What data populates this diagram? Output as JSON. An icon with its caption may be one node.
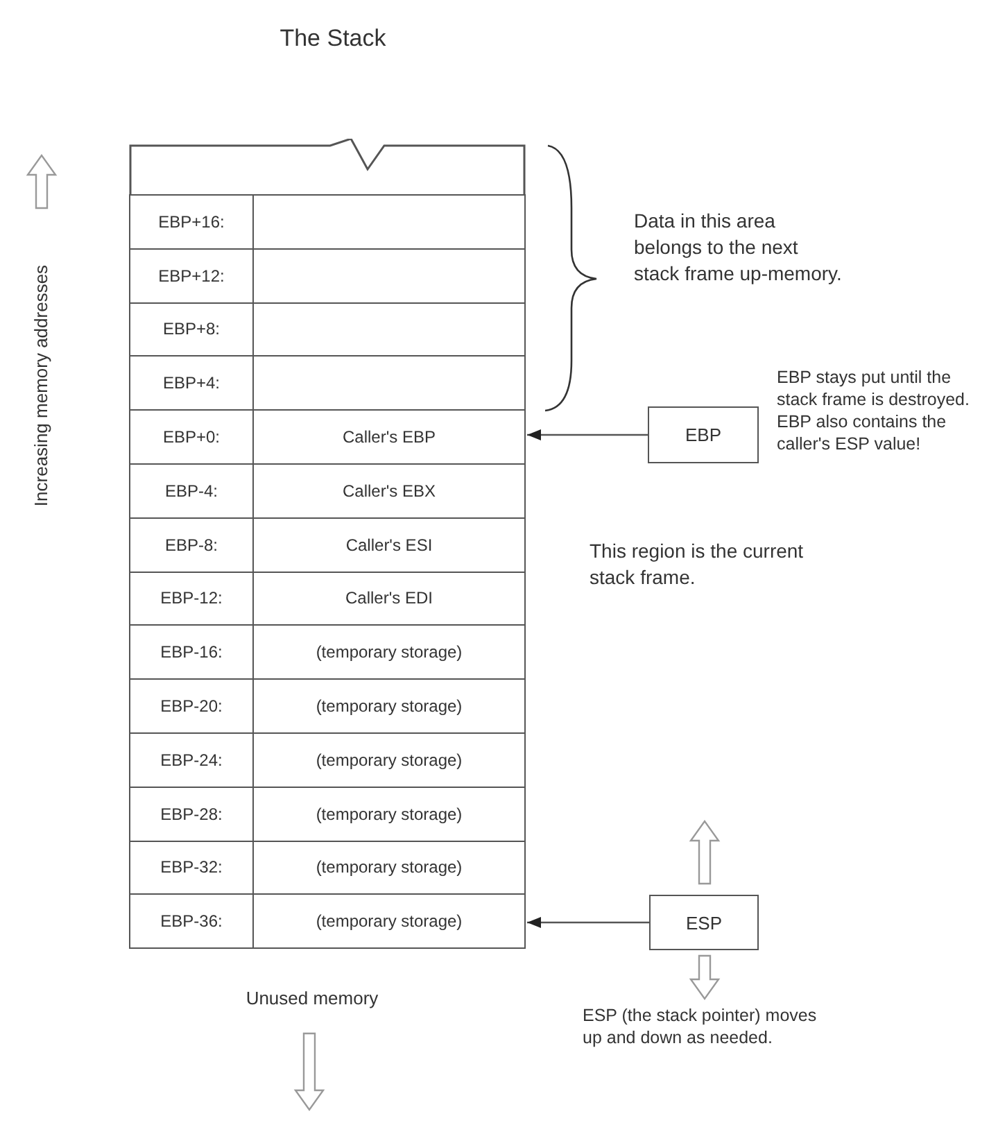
{
  "diagram": {
    "title": "The Stack",
    "nodes": [
      {
        "text": [],
        "shape": "box"
      },
      {
        "text": [
          "EBP+16:"
        ]
      },
      {
        "text": [
          "EBP+12:"
        ]
      },
      {
        "text": [
          "EBP+8:"
        ]
      },
      {
        "text": [
          "EBP+4:"
        ]
      },
      {
        "text": [
          "EBP+0:",
          "Caller's EBP"
        ]
      },
      {
        "text": [
          "EBP-4:",
          "Caller's EBX"
        ]
      },
      {
        "text": [
          "EBP-8:",
          "Caller's ESI"
        ]
      },
      {
        "text": [
          "EBP-12:",
          "Caller's EDI"
        ]
      },
      {
        "text": [
          "EBP-16:",
          "(temporary storage)"
        ]
      },
      {
        "text": [
          "EBP-20:",
          "(temporary storage)"
        ]
      },
      {
        "text": [
          "EBP-24:",
          "(temporary storage)"
        ]
      },
      {
        "text": [
          "EBP-28:",
          "(temporary storage)"
        ]
      },
      {
        "text": [
          "EBP-32:",
          "(temporary storage)"
        ]
      },
      {
        "text": [
          "EBP-36:",
          "(temporary storage)"
        ]
      },
      {
        "text": [
          "EBP"
        ],
        "beside": [
          "EBP stays put until the stack frame is destroyed. EBP also contains the caller's ESP value!"
        ]
      },
      {
        "text": [
          "ESP"
        ],
        "beside": [
          "ESP (the stack pointer) moves up and down as needed."
        ]
      }
    ],
    "edges": [
      {
        "from": 15,
        "to": 5,
        "arrow": "to"
      },
      {
        "from": 16,
        "to": 14,
        "arrow": "to"
      }
    ],
    "labels": [
      "Increasing memory addresses",
      "Data in this area belongs to the next stack frame up-memory.",
      "This region is the current stack frame.",
      "Unused memory"
    ]
  }
}
